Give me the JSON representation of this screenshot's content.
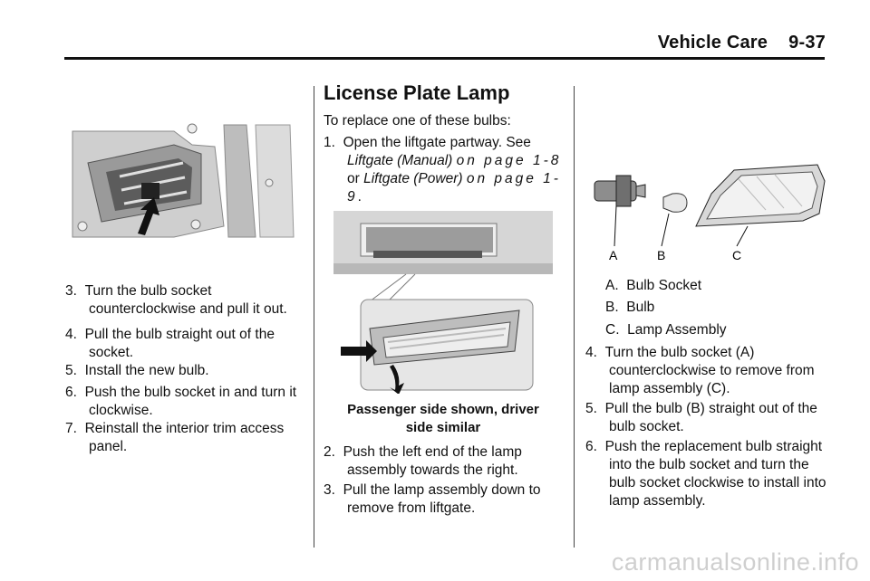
{
  "header": {
    "section": "Vehicle Care",
    "page": "9-37"
  },
  "left_column": {
    "steps": [
      {
        "num": "3.",
        "text": "Turn the bulb socket counterclockwise and pull it out."
      },
      {
        "num": "4.",
        "text": "Pull the bulb straight out of the socket."
      },
      {
        "num": "5.",
        "text": "Install the new bulb."
      },
      {
        "num": "6.",
        "text": "Push the bulb socket in and turn it clockwise."
      },
      {
        "num": "7.",
        "text": "Reinstall the interior trim access panel."
      }
    ]
  },
  "middle_column": {
    "heading": "License Plate Lamp",
    "intro": "To replace one of these bulbs:",
    "step1": {
      "num": "1.",
      "text": "Open the liftgate partway. See",
      "ref1": "Liftgate (Manual)",
      "ref1_page": "on page 1-8",
      "or": "or",
      "ref2": "Liftgate (Power)",
      "ref2_page": "on page 1-9",
      "end": "."
    },
    "caption": "Passenger side shown, driver side similar",
    "steps": [
      {
        "num": "2.",
        "text": "Push the left end of the lamp assembly towards the right."
      },
      {
        "num": "3.",
        "text": "Pull the lamp assembly down to remove from liftgate."
      }
    ]
  },
  "right_column": {
    "figure_labels": [
      "A",
      "B",
      "C"
    ],
    "legend": [
      {
        "letter": "A.",
        "text": "Bulb Socket"
      },
      {
        "letter": "B.",
        "text": "Bulb"
      },
      {
        "letter": "C.",
        "text": "Lamp Assembly"
      }
    ],
    "steps": [
      {
        "num": "4.",
        "text": "Turn the bulb socket (A) counterclockwise to remove from lamp assembly (C)."
      },
      {
        "num": "5.",
        "text": "Pull the bulb (B) straight out of the bulb socket."
      },
      {
        "num": "6.",
        "text": "Push the replacement bulb straight into the bulb socket and turn the bulb socket clockwise to install into lamp assembly."
      }
    ]
  },
  "watermark": "carmanualsonline.info"
}
